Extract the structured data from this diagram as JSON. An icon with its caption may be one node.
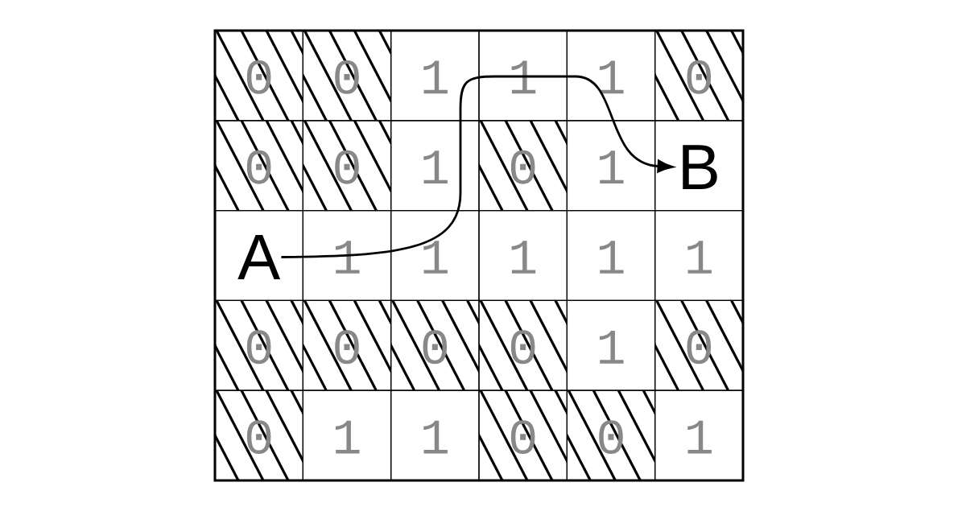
{
  "diagram": {
    "nodes": [
      {
        "text": [
          "0"
        ]
      },
      {
        "text": [
          "0"
        ]
      },
      {
        "text": [
          "1"
        ]
      },
      {
        "text": [
          "1"
        ]
      },
      {
        "text": [
          "1"
        ]
      },
      {
        "text": [
          "0"
        ]
      },
      {
        "text": [
          "0"
        ]
      },
      {
        "text": [
          "0"
        ]
      },
      {
        "text": [
          "1"
        ]
      },
      {
        "text": [
          "0"
        ]
      },
      {
        "text": [
          "1"
        ]
      },
      {
        "text": [
          "B"
        ]
      },
      {
        "text": [
          "A"
        ]
      },
      {
        "text": [
          "1"
        ]
      },
      {
        "text": [
          "1"
        ]
      },
      {
        "text": [
          "1"
        ]
      },
      {
        "text": [
          "1"
        ]
      },
      {
        "text": [
          "1"
        ]
      },
      {
        "text": [
          "0"
        ]
      },
      {
        "text": [
          "0"
        ]
      },
      {
        "text": [
          "0"
        ]
      },
      {
        "text": [
          "0"
        ]
      },
      {
        "text": [
          "1"
        ]
      },
      {
        "text": [
          "0"
        ]
      },
      {
        "text": [
          "0"
        ]
      },
      {
        "text": [
          "1"
        ]
      },
      {
        "text": [
          "1"
        ]
      },
      {
        "text": [
          "0"
        ]
      },
      {
        "text": [
          "0"
        ]
      },
      {
        "text": [
          "1"
        ]
      }
    ],
    "edges": [
      {
        "from": 12,
        "to": 11,
        "arrow": "to"
      }
    ]
  }
}
